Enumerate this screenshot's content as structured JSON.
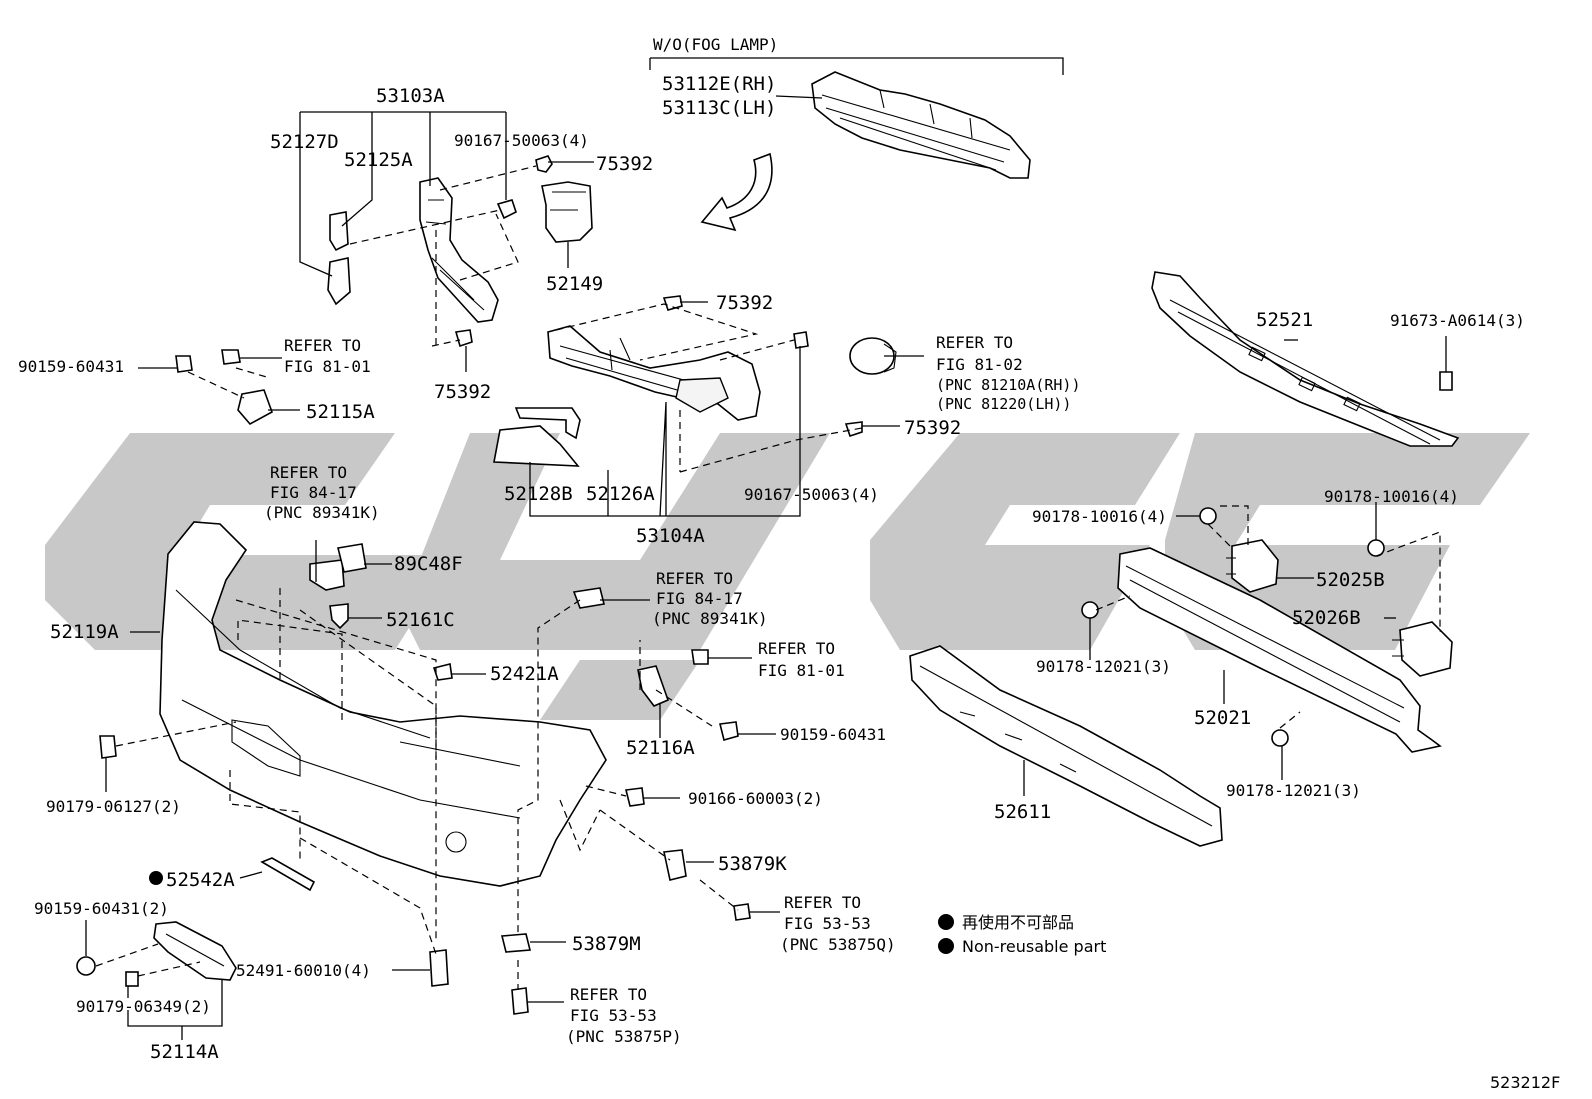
{
  "diagram_id": "523212F",
  "header_note": "W/O(FOG LAMP)",
  "legend": {
    "ja": "再使用不可部品",
    "en": "Non-reusable part"
  },
  "labels": {
    "p53112e": "53112E(RH)",
    "p53113c": "53113C(LH)",
    "p53103a": "53103A",
    "p52127d": "52127D",
    "p52125a": "52125A",
    "p90167_top": "90167-50063(4)",
    "p75392_a": "75392",
    "p52149": "52149",
    "p75392_b": "75392",
    "p75392_c": "75392",
    "p75392_d": "75392",
    "refer_8101_a_1": "REFER TO",
    "refer_8101_a_2": "FIG 81-01",
    "p90159_a": "90159-60431",
    "p52115a": "52115A",
    "refer_8102_1": "REFER TO",
    "refer_8102_2": "FIG 81-02",
    "refer_8102_3": "(PNC 81210A(RH))",
    "refer_8102_4": "(PNC 81220(LH))",
    "p52521": "52521",
    "p91673": "91673-A0614(3)",
    "refer_8417_a_1": "REFER TO",
    "refer_8417_a_2": "FIG 84-17",
    "refer_8417_a_3": "(PNC 89341K)",
    "p52128b": "52128B",
    "p52126a": "52126A",
    "p90167_mid": "90167-50063(4)",
    "p53104a": "53104A",
    "p90178_10016_a": "90178-10016(4)",
    "p90178_10016_b": "90178-10016(4)",
    "p89c48f": "89C48F",
    "p52119a": "52119A",
    "p52161c": "52161C",
    "refer_8417_b_1": "REFER TO",
    "refer_8417_b_2": "FIG 84-17",
    "refer_8417_b_3": "(PNC 89341K)",
    "p52025b": "52025B",
    "p52026b": "52026B",
    "refer_8101_b_1": "REFER TO",
    "refer_8101_b_2": "FIG 81-01",
    "p52421a": "52421A",
    "p90178_12021_a": "90178-12021(3)",
    "p52116a": "52116A",
    "p90159_b": "90159-60431",
    "p52021": "52021",
    "p90179_06127": "90179-06127(2)",
    "p90166": "90166-60003(2)",
    "p90178_12021_b": "90178-12021(3)",
    "p52611": "52611",
    "p53879k": "53879K",
    "p52542a": "52542A",
    "refer_5353_a_1": "REFER TO",
    "refer_5353_a_2": "FIG 53-53",
    "refer_5353_a_3": "(PNC 53875Q)",
    "p90159_c": "90159-60431(2)",
    "p53879m": "53879M",
    "p52491": "52491-60010(4)",
    "p90179_06349": "90179-06349(2)",
    "refer_5353_b_1": "REFER TO",
    "refer_5353_b_2": "FIG 53-53",
    "refer_5353_b_3": "(PNC 53875P)",
    "p52114a": "52114A"
  }
}
